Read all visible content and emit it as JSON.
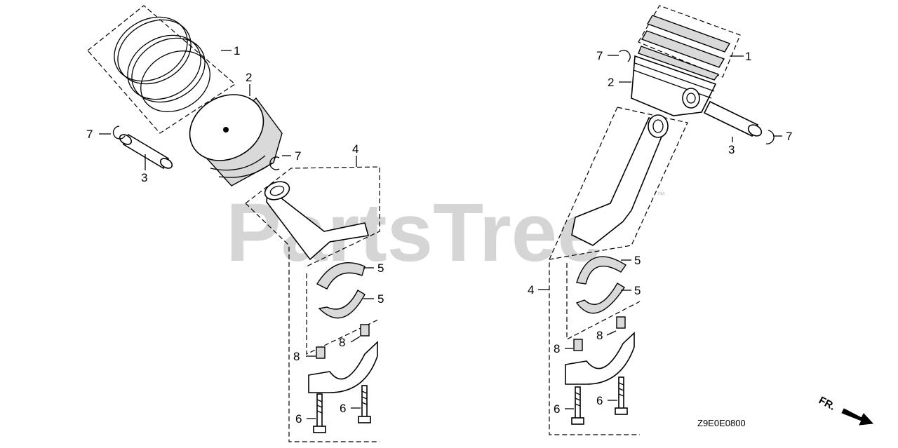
{
  "watermark": {
    "text": "PartsTree",
    "trademark": "™"
  },
  "diagram_code": "Z9E0E0800",
  "direction_label": "FR.",
  "left_assembly": {
    "callouts": [
      {
        "id": "l-1",
        "label": "1"
      },
      {
        "id": "l-2",
        "label": "2"
      },
      {
        "id": "l-7a",
        "label": "7"
      },
      {
        "id": "l-3",
        "label": "3"
      },
      {
        "id": "l-7b",
        "label": "7"
      },
      {
        "id": "l-4",
        "label": "4"
      },
      {
        "id": "l-5a",
        "label": "5"
      },
      {
        "id": "l-5b",
        "label": "5"
      },
      {
        "id": "l-8a",
        "label": "8"
      },
      {
        "id": "l-8b",
        "label": "8"
      },
      {
        "id": "l-6a",
        "label": "6"
      },
      {
        "id": "l-6b",
        "label": "6"
      }
    ]
  },
  "right_assembly": {
    "callouts": [
      {
        "id": "r-7a",
        "label": "7"
      },
      {
        "id": "r-1",
        "label": "1"
      },
      {
        "id": "r-2",
        "label": "2"
      },
      {
        "id": "r-3",
        "label": "3"
      },
      {
        "id": "r-7b",
        "label": "7"
      },
      {
        "id": "r-5a",
        "label": "5"
      },
      {
        "id": "r-4",
        "label": "4"
      },
      {
        "id": "r-5b",
        "label": "5"
      },
      {
        "id": "r-8a",
        "label": "8"
      },
      {
        "id": "r-8b",
        "label": "8"
      },
      {
        "id": "r-6a",
        "label": "6"
      },
      {
        "id": "r-6b",
        "label": "6"
      }
    ]
  }
}
